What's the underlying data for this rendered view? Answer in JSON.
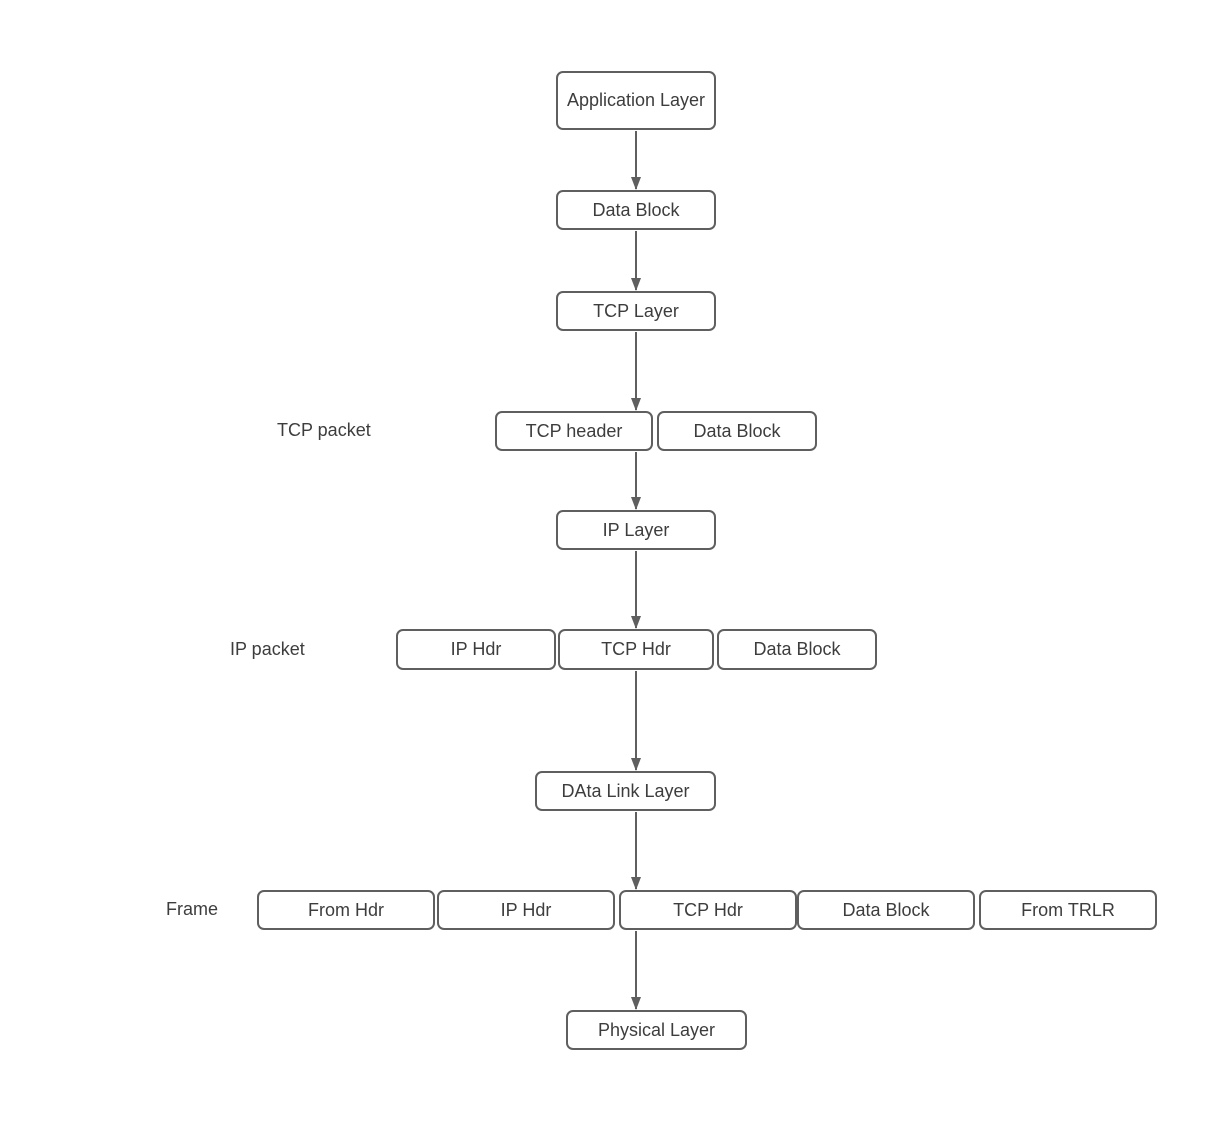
{
  "diagram": {
    "description": "TCP/IP encapsulation flow diagram",
    "colors": {
      "background": "#ffffff",
      "box_border": "#5f5f5f",
      "box_fill": "#ffffff",
      "text": "#3d3d3d",
      "arrow": "#5f5f5f"
    },
    "nodes": [
      {
        "id": "application-layer",
        "label": "Application Layer"
      },
      {
        "id": "data-block-1",
        "label": "Data Block"
      },
      {
        "id": "tcp-layer",
        "label": "TCP Layer"
      },
      {
        "id": "tcp-header",
        "label": "TCP header"
      },
      {
        "id": "data-block-2",
        "label": "Data Block"
      },
      {
        "id": "ip-layer",
        "label": "IP Layer"
      },
      {
        "id": "ip-hdr-1",
        "label": "IP Hdr"
      },
      {
        "id": "tcp-hdr-1",
        "label": "TCP Hdr"
      },
      {
        "id": "data-block-3",
        "label": "Data Block"
      },
      {
        "id": "data-link-layer",
        "label": "DAta Link Layer"
      },
      {
        "id": "from-hdr",
        "label": "From Hdr"
      },
      {
        "id": "ip-hdr-2",
        "label": "IP Hdr"
      },
      {
        "id": "tcp-hdr-2",
        "label": "TCP Hdr"
      },
      {
        "id": "data-block-4",
        "label": "Data Block"
      },
      {
        "id": "from-trlr",
        "label": "From TRLR"
      },
      {
        "id": "physical-layer",
        "label": "Physical Layer"
      }
    ],
    "row_labels": [
      {
        "id": "tcp-packet",
        "label": "TCP packet"
      },
      {
        "id": "ip-packet",
        "label": "IP packet"
      },
      {
        "id": "frame",
        "label": "Frame"
      }
    ]
  }
}
